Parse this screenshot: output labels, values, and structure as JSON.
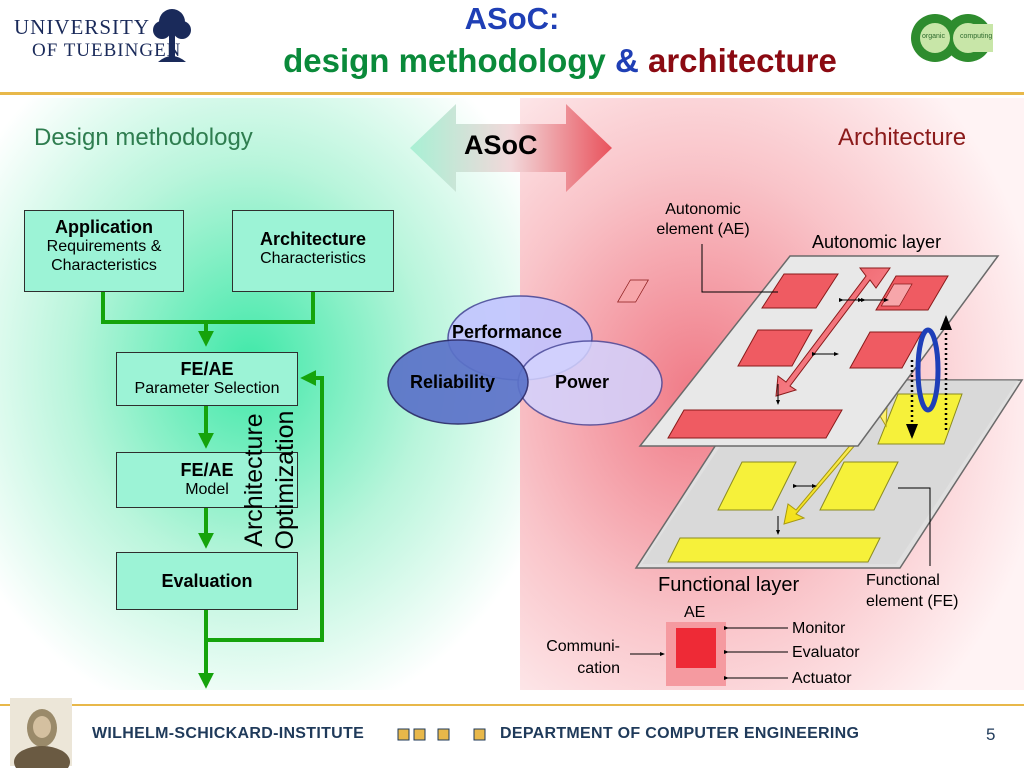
{
  "header": {
    "university_line1": "UNIVERSITY",
    "university_line2": "OF TUEBINGEN",
    "title_line1": "ASoC:",
    "title_part_a": "design methodology",
    "title_part_b": "&",
    "title_part_c": "architecture",
    "oc_logo": {
      "big": "OC",
      "left_word": "organic",
      "right_word": "computing"
    }
  },
  "center": {
    "arrow_label": "ASoC"
  },
  "left": {
    "heading": "Design methodology",
    "boxes": {
      "application": {
        "title": "Application",
        "line2": "Requirements &",
        "line3": "Characteristics"
      },
      "architecture": {
        "title": "Architecture",
        "line2": "Characteristics"
      },
      "fe_ae_param": {
        "title": "FE/AE",
        "line2": "Parameter Selection"
      },
      "fe_ae_model": {
        "title": "FE/AE",
        "line2": "Model"
      },
      "evaluation": {
        "title": "Evaluation"
      }
    },
    "loop_label_line1": "Architecture",
    "loop_label_line2": "Optimization"
  },
  "venn": {
    "top": "Performance",
    "left": "Reliability",
    "right": "Power"
  },
  "right": {
    "heading": "Architecture",
    "ae_label_line1": "Autonomic",
    "ae_label_line2": "element (AE)",
    "autonomic_layer": "Autonomic layer",
    "functional_layer": "Functional layer",
    "fe_label_line1": "Functional",
    "fe_label_line2": "element (FE)",
    "legend": {
      "ae": "AE",
      "comm_line1": "Communi-",
      "comm_line2": "cation",
      "monitor": "Monitor",
      "evaluator": "Evaluator",
      "actuator": "Actuator"
    }
  },
  "footer": {
    "institute": "WILHELM-SCHICKARD-INSTITUTE",
    "department": "DEPARTMENT OF COMPUTER ENGINEERING",
    "page_number": "5"
  },
  "colors": {
    "title_blue": "#1f3fb5",
    "title_green": "#0a8a3a",
    "title_red": "#8b0a12",
    "box_fill": "#9cf3d6",
    "flow_green": "#15a30c",
    "ae_fill": "#ef5b62",
    "fe_fill": "#f6f13a",
    "venn_blue": "#5b72c9",
    "right_heading": "#8b1a1a",
    "left_heading": "#2e7d4f"
  }
}
